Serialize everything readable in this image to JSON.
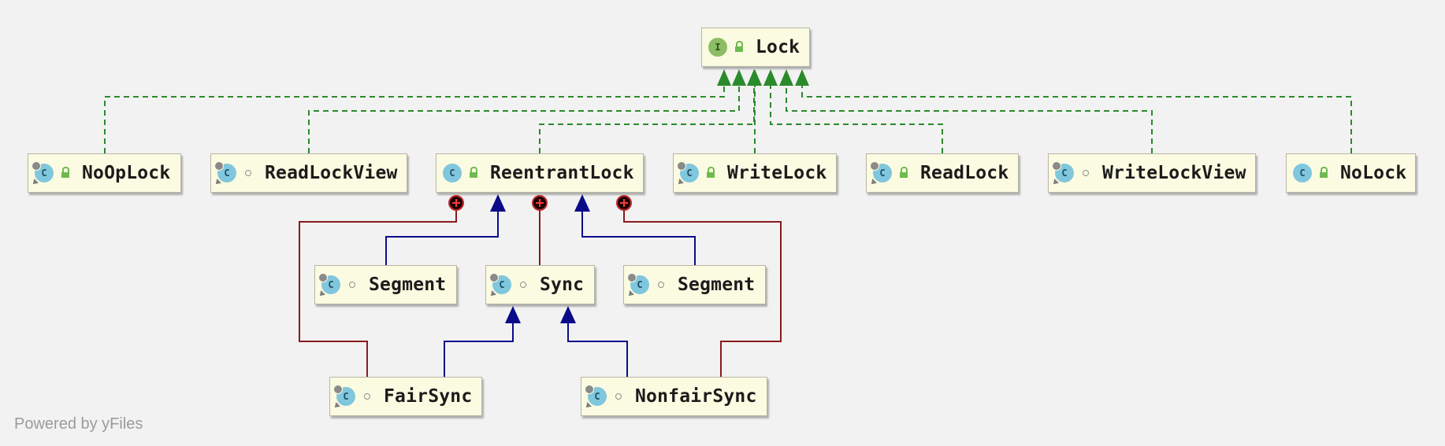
{
  "diagram": {
    "title": "",
    "colors": {
      "background": "#f2f2f2",
      "node_fill": "#fbfbe2",
      "implements_edge": "#2b8a2b",
      "extends_edge": "#0b0b8a",
      "inner_class_edge": "#8b1a1a"
    },
    "nodes": [
      {
        "id": "lock",
        "label": "Lock",
        "kind": "interface",
        "icon": "interface-icon",
        "visibility": "public"
      },
      {
        "id": "noop",
        "label": "NoOpLock",
        "kind": "class",
        "icon": "class-icon",
        "visibility": "public",
        "static": true
      },
      {
        "id": "readlockview",
        "label": "ReadLockView",
        "kind": "class",
        "icon": "class-icon",
        "visibility": "package-private",
        "static": true
      },
      {
        "id": "reentrant",
        "label": "ReentrantLock",
        "kind": "class",
        "icon": "class-icon",
        "visibility": "public"
      },
      {
        "id": "writelock",
        "label": "WriteLock",
        "kind": "class",
        "icon": "class-icon",
        "visibility": "public",
        "static": true
      },
      {
        "id": "readlock",
        "label": "ReadLock",
        "kind": "class",
        "icon": "class-icon",
        "visibility": "public",
        "static": true
      },
      {
        "id": "writelockview",
        "label": "WriteLockView",
        "kind": "class",
        "icon": "class-icon",
        "visibility": "package-private",
        "static": true
      },
      {
        "id": "nolock",
        "label": "NoLock",
        "kind": "class",
        "icon": "class-icon",
        "visibility": "public"
      },
      {
        "id": "segment1",
        "label": "Segment",
        "kind": "class",
        "icon": "class-icon",
        "visibility": "package-private",
        "static": true
      },
      {
        "id": "sync",
        "label": "Sync",
        "kind": "abstract-class",
        "icon": "abstract-class-icon",
        "visibility": "package-private",
        "static": true
      },
      {
        "id": "segment2",
        "label": "Segment",
        "kind": "class",
        "icon": "class-icon",
        "visibility": "package-private",
        "static": true
      },
      {
        "id": "fairsync",
        "label": "FairSync",
        "kind": "class",
        "icon": "class-icon",
        "visibility": "package-private",
        "static": true
      },
      {
        "id": "nonfairsync",
        "label": "NonfairSync",
        "kind": "class",
        "icon": "class-icon",
        "visibility": "package-private",
        "static": true
      }
    ],
    "edges": [
      {
        "from": "noop",
        "to": "lock",
        "type": "implements"
      },
      {
        "from": "readlockview",
        "to": "lock",
        "type": "implements"
      },
      {
        "from": "reentrant",
        "to": "lock",
        "type": "implements"
      },
      {
        "from": "writelock",
        "to": "lock",
        "type": "implements"
      },
      {
        "from": "readlock",
        "to": "lock",
        "type": "implements"
      },
      {
        "from": "writelockview",
        "to": "lock",
        "type": "implements"
      },
      {
        "from": "nolock",
        "to": "lock",
        "type": "implements"
      },
      {
        "from": "segment1",
        "to": "reentrant",
        "type": "extends"
      },
      {
        "from": "segment2",
        "to": "reentrant",
        "type": "extends"
      },
      {
        "from": "fairsync",
        "to": "sync",
        "type": "extends"
      },
      {
        "from": "nonfairsync",
        "to": "sync",
        "type": "extends"
      },
      {
        "from": "fairsync",
        "to": "reentrant",
        "type": "inner-class"
      },
      {
        "from": "sync",
        "to": "reentrant",
        "type": "inner-class"
      },
      {
        "from": "nonfairsync",
        "to": "reentrant",
        "type": "inner-class"
      }
    ]
  },
  "footer": {
    "watermark": "Powered by yFiles"
  }
}
